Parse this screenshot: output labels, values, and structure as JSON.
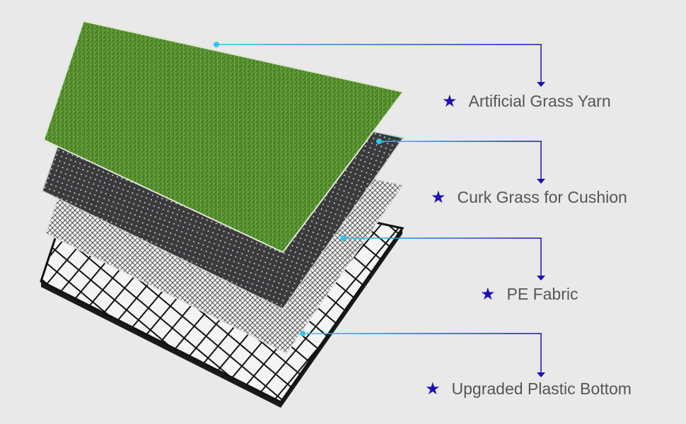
{
  "colors": {
    "background": "#e9e9e9",
    "star": "#1a12b4",
    "line_start": "#2ec6ea",
    "line_end": "#1a12b4",
    "label_text": "#555555"
  },
  "layers": [
    {
      "label": "Artificial Grass Yarn",
      "icon": "star-icon"
    },
    {
      "label": "Curk Grass for Cushion",
      "icon": "star-icon"
    },
    {
      "label": "PE Fabric",
      "icon": "star-icon"
    },
    {
      "label": "Upgraded Plastic Bottom",
      "icon": "star-icon"
    }
  ]
}
